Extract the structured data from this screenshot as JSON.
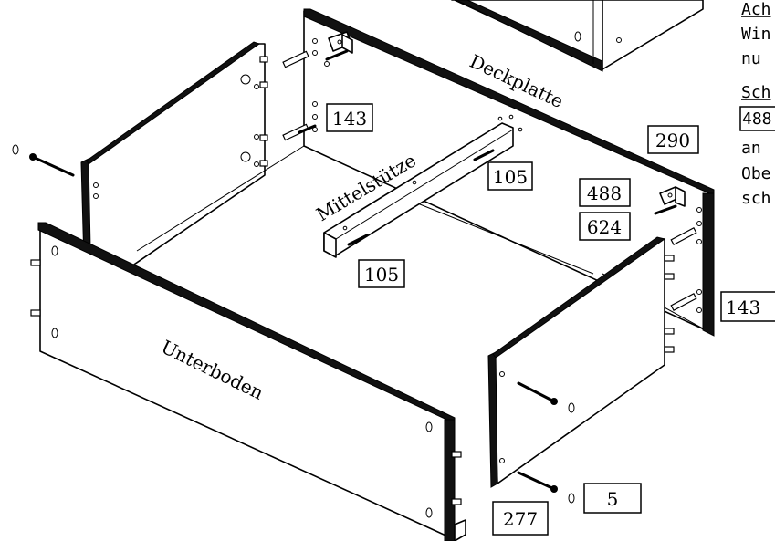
{
  "labels": {
    "deckplatte": "Deckplatte",
    "mittelstuetze": "Mittelstütze",
    "unterboden": "Unterboden"
  },
  "part_codes": {
    "c143_top": "143",
    "c143_right": "143",
    "c105_upper": "105",
    "c105_lower": "105",
    "c290": "290",
    "c488": "488",
    "c624": "624",
    "c5": "5",
    "c277": "277"
  },
  "note": {
    "line1": "Ach",
    "line2": "Win",
    "line3": "nu",
    "line4": "Sch",
    "line5": "488",
    "line6": "an",
    "line7": "Obe",
    "line8": "sch"
  }
}
